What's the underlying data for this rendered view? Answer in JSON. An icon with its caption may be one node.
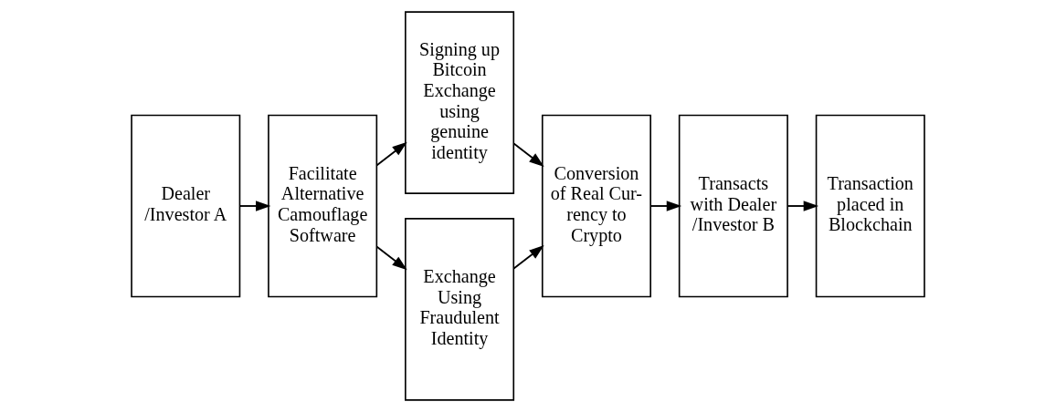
{
  "diagram": {
    "nodes": [
      {
        "text": [
          "Dealer /Investor A"
        ]
      },
      {
        "text": [
          "Facilitate Alternative Camouflage Software"
        ]
      },
      {
        "text": [
          "Signing up Bitcoin Exchange using genuine identity"
        ]
      },
      {
        "text": [
          "Exchange Using Fraudulent Identity"
        ]
      },
      {
        "text": [
          "Conversion of Real Cur-rency to Crypto"
        ]
      },
      {
        "text": [
          "Transacts with Dealer /Investor B"
        ]
      },
      {
        "text": [
          "Transaction placed in Blockchain"
        ]
      }
    ],
    "edges": [
      {
        "from": 0,
        "to": 1,
        "arrow": "to"
      },
      {
        "from": 1,
        "to": 2,
        "arrow": "to"
      },
      {
        "from": 1,
        "to": 3,
        "arrow": "to"
      },
      {
        "from": 2,
        "to": 4,
        "arrow": "to"
      },
      {
        "from": 3,
        "to": 4,
        "arrow": "to"
      },
      {
        "from": 4,
        "to": 5,
        "arrow": "to"
      },
      {
        "from": 5,
        "to": 6,
        "arrow": "to"
      }
    ]
  }
}
